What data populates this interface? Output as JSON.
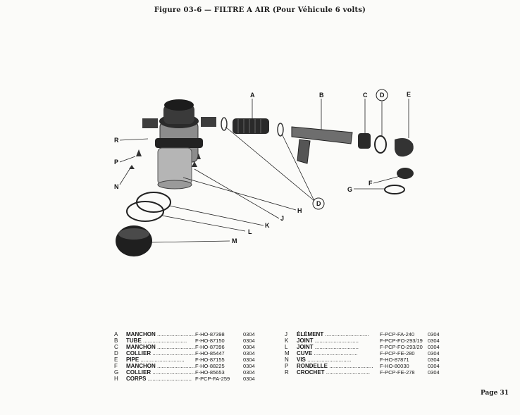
{
  "title": "Figure 03-6 — FILTRE A AIR (Pour Véhicule 6 volts)",
  "callouts": {
    "A": "A",
    "B": "B",
    "C": "C",
    "D": "D",
    "E": "E",
    "F": "F",
    "G": "G",
    "H": "H",
    "J": "J",
    "K": "K",
    "L": "L",
    "M": "M",
    "N": "N",
    "P": "P",
    "R": "R",
    "D2": "D"
  },
  "parts_left": [
    {
      "letter": "A",
      "name": "MANCHON",
      "ref": "F-HO-87398",
      "code": "0304"
    },
    {
      "letter": "B",
      "name": "TUBE",
      "ref": "F-HO-87150",
      "code": "0304"
    },
    {
      "letter": "C",
      "name": "MANCHON",
      "ref": "F-HO-87396",
      "code": "0304"
    },
    {
      "letter": "D",
      "name": "COLLIER",
      "ref": "F-HO-85447",
      "code": "0304"
    },
    {
      "letter": "E",
      "name": "PIPE",
      "ref": "F-HO-87155",
      "code": "0304"
    },
    {
      "letter": "F",
      "name": "MANCHON",
      "ref": "F-HO-88225",
      "code": "0304"
    },
    {
      "letter": "G",
      "name": "COLLIER",
      "ref": "F-HO-85653",
      "code": "0304"
    },
    {
      "letter": "H",
      "name": "CORPS",
      "ref": "F-PCP-FA-259",
      "code": "0304"
    }
  ],
  "parts_right": [
    {
      "letter": "J",
      "name": "ÉLÉMENT",
      "ref": "F-PCP-FA-240",
      "code": "0304"
    },
    {
      "letter": "K",
      "name": "JOINT",
      "ref": "F-PCP-FO-293/19",
      "code": "0304"
    },
    {
      "letter": "L",
      "name": "JOINT",
      "ref": "F-PCP-FO-293/20",
      "code": "0304"
    },
    {
      "letter": "M",
      "name": "CUVE",
      "ref": "F-PCP-FE-280",
      "code": "0304"
    },
    {
      "letter": "N",
      "name": "VIS",
      "ref": "F-HO-87871",
      "code": "0304"
    },
    {
      "letter": "P",
      "name": "RONDELLE",
      "ref": "F-HO-80030",
      "code": "0304"
    },
    {
      "letter": "R",
      "name": "CROCHET",
      "ref": "F-PCP-FE-278",
      "code": "0304"
    }
  ],
  "page_label": "Page 31"
}
